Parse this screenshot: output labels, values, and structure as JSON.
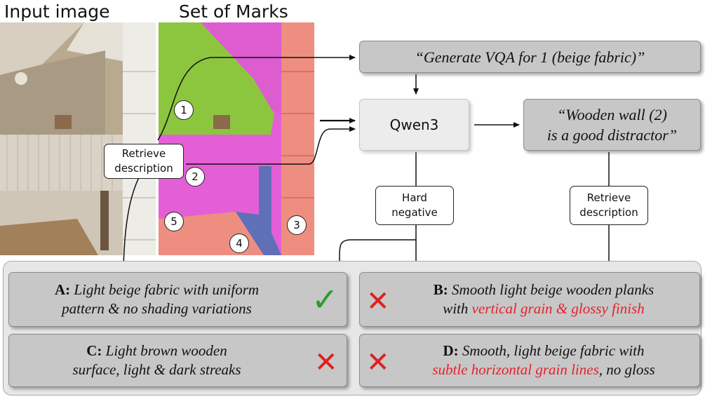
{
  "headers": {
    "input_image": "Input image",
    "set_of_marks": "Set of Marks"
  },
  "marks": [
    "1",
    "2",
    "3",
    "4",
    "5"
  ],
  "boxes": {
    "generate_prompt": "“Generate VQA for 1 (beige fabric)”",
    "qwen": "Qwen3",
    "distractor_line1": "“Wooden wall (2)",
    "distractor_line2": "is a good distractor”"
  },
  "labels": {
    "retrieve_left_line1": "Retrieve",
    "retrieve_left_line2": "description",
    "hard_negative_line1": "Hard",
    "hard_negative_line2": "negative",
    "retrieve_right_line1": "Retrieve",
    "retrieve_right_line2": "description"
  },
  "options": {
    "a": {
      "letter": "A:",
      "line1": "Light beige fabric with uniform",
      "line2": "pattern & no shading variations"
    },
    "b": {
      "letter": "B:",
      "line1": "Smooth light beige wooden planks",
      "line2_prefix": "with",
      "line2_red": "vertical grain & glossy finish"
    },
    "c": {
      "letter": "C:",
      "line1": "Light brown wooden",
      "line2": "surface, light & dark streaks"
    },
    "d": {
      "letter": "D:",
      "line1": "Smooth, light beige fabric with",
      "line2_red": "subtle horizontal grain lines",
      "line2_suffix": ", no gloss"
    }
  },
  "status_marks": {
    "correct": "✓",
    "wrong": "✕"
  },
  "colors": {
    "correct_green": "#2a9d2a",
    "wrong_red": "#e02020",
    "highlight_red": "#e8202a",
    "segment_green": "#8cc63f",
    "segment_magenta": "#e45fd6",
    "segment_salmon": "#ee8e80",
    "segment_blue": "#5f6fb8"
  }
}
